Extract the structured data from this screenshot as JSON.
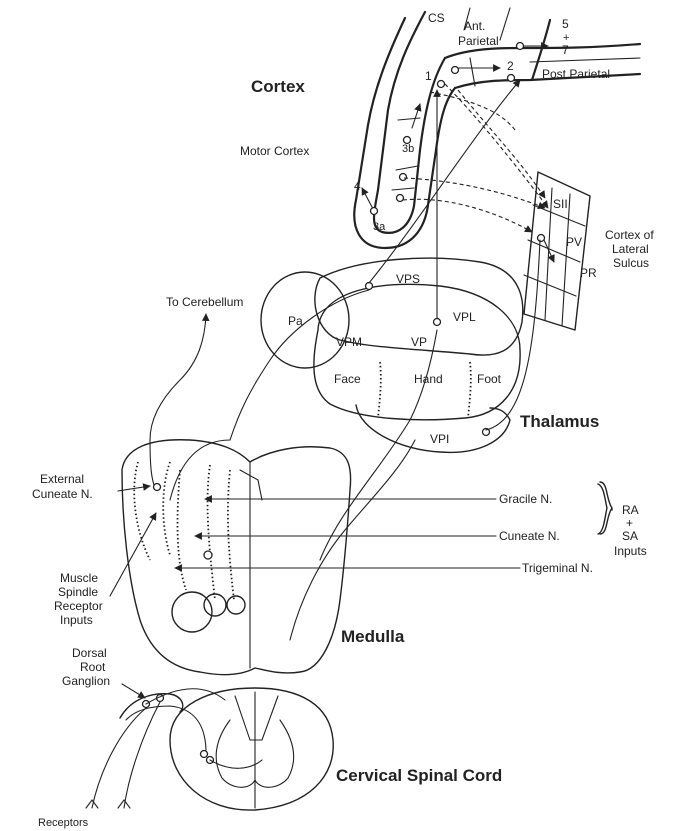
{
  "labels": {
    "cs": "CS",
    "ant_parietal_1": "Ant.",
    "ant_parietal_2": "Parietal",
    "area_5": "5",
    "area_plus": "+",
    "area_7": "7",
    "area_1": "1",
    "area_2": "2",
    "post_parietal": "Post Parietal",
    "cortex": "Cortex",
    "motor_cortex": "Motor Cortex",
    "area_3b": "3b",
    "area_4": "4",
    "area_3a": "3a",
    "sii": "SII",
    "pv": "PV",
    "pr": "PR",
    "lateral_sulcus_1": "Cortex of",
    "lateral_sulcus_2": "Lateral",
    "lateral_sulcus_3": "Sulcus",
    "vps": "VPS",
    "to_cerebellum": "To Cerebellum",
    "pa": "Pa",
    "vpl": "VPL",
    "vpm": "VPM",
    "vp": "VP",
    "face": "Face",
    "hand": "Hand",
    "foot": "Foot",
    "thalamus": "Thalamus",
    "vpi": "VPI",
    "external_cuneate_1": "External",
    "external_cuneate_2": "Cuneate N.",
    "gracile": "Gracile N.",
    "cuneate": "Cuneate N.",
    "trigeminal": "Trigeminal N.",
    "inputs_1": "RA",
    "inputs_2": "+",
    "inputs_3": "SA",
    "inputs_4": "Inputs",
    "muscle_spindle_1": "Muscle",
    "muscle_spindle_2": "Spindle",
    "muscle_spindle_3": "Receptor",
    "muscle_spindle_4": "Inputs",
    "medulla": "Medulla",
    "drg_1": "Dorsal",
    "drg_2": "Root",
    "drg_3": "Ganglion",
    "spinal_cord": "Cervical Spinal Cord",
    "receptors": "Receptors"
  }
}
